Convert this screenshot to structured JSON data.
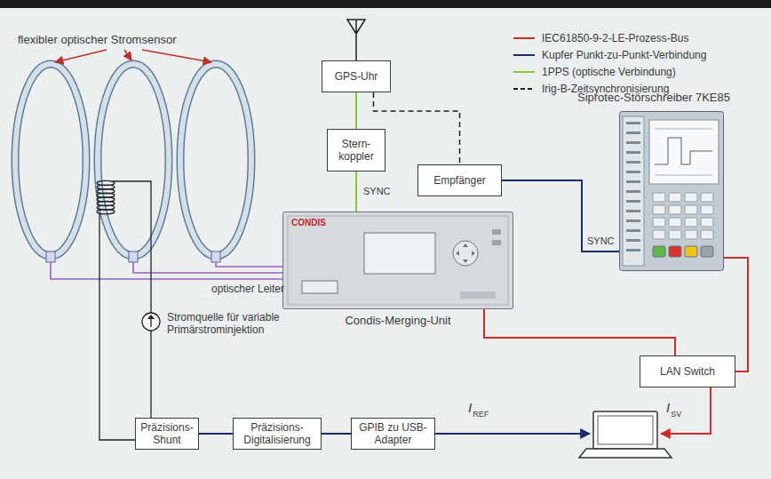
{
  "diagram": {
    "nodes": [
      {
        "text": [
          "GPS-Uhr"
        ]
      },
      {
        "text": [
          "Stern- koppler"
        ]
      },
      {
        "text": [
          "Empfänger"
        ]
      },
      {
        "text": [
          "Siprotec-Störschreiber 7KE85"
        ]
      },
      {
        "text": [
          "CONDIS",
          "Condis-Merging-Unit"
        ]
      },
      {
        "text": [
          "LAN Switch"
        ]
      },
      {
        "text": [
          "Präzisions- Shunt"
        ]
      },
      {
        "text": [
          "Präzisions- Digitalisierung"
        ]
      },
      {
        "text": [
          "GPIB zu USB-Adapter"
        ]
      }
    ],
    "edges": [
      {
        "from": 0,
        "to": 1,
        "arrow": "none"
      },
      {
        "from": 1,
        "to": 4,
        "label": "SYNC",
        "arrow": "none"
      },
      {
        "from": 0,
        "to": 2,
        "arrow": "none"
      },
      {
        "from": 2,
        "to": 3,
        "label": "SYNC",
        "arrow": "none"
      },
      {
        "from": 4,
        "to": 5,
        "arrow": "none"
      },
      {
        "from": 3,
        "to": 5,
        "arrow": "none"
      },
      {
        "from": 6,
        "to": 7,
        "arrow": "none"
      },
      {
        "from": 7,
        "to": 8,
        "arrow": "none"
      }
    ],
    "labels": [
      "flexibler optischer Stromsensor",
      "optischer Leiter",
      "Stromquelle für variable Primärstrominjektion",
      "I",
      "REF",
      "I",
      "SV"
    ],
    "legend": [
      {
        "text": "IEC61850-9-2-LE-Prozess-Bus"
      },
      {
        "text": "Kupfer Punkt-zu-Punkt-Verbindung"
      },
      {
        "text": "1PPS (optische Verbindung)"
      },
      {
        "text": "Irig-B-Zeitsynchronisierung"
      }
    ]
  }
}
